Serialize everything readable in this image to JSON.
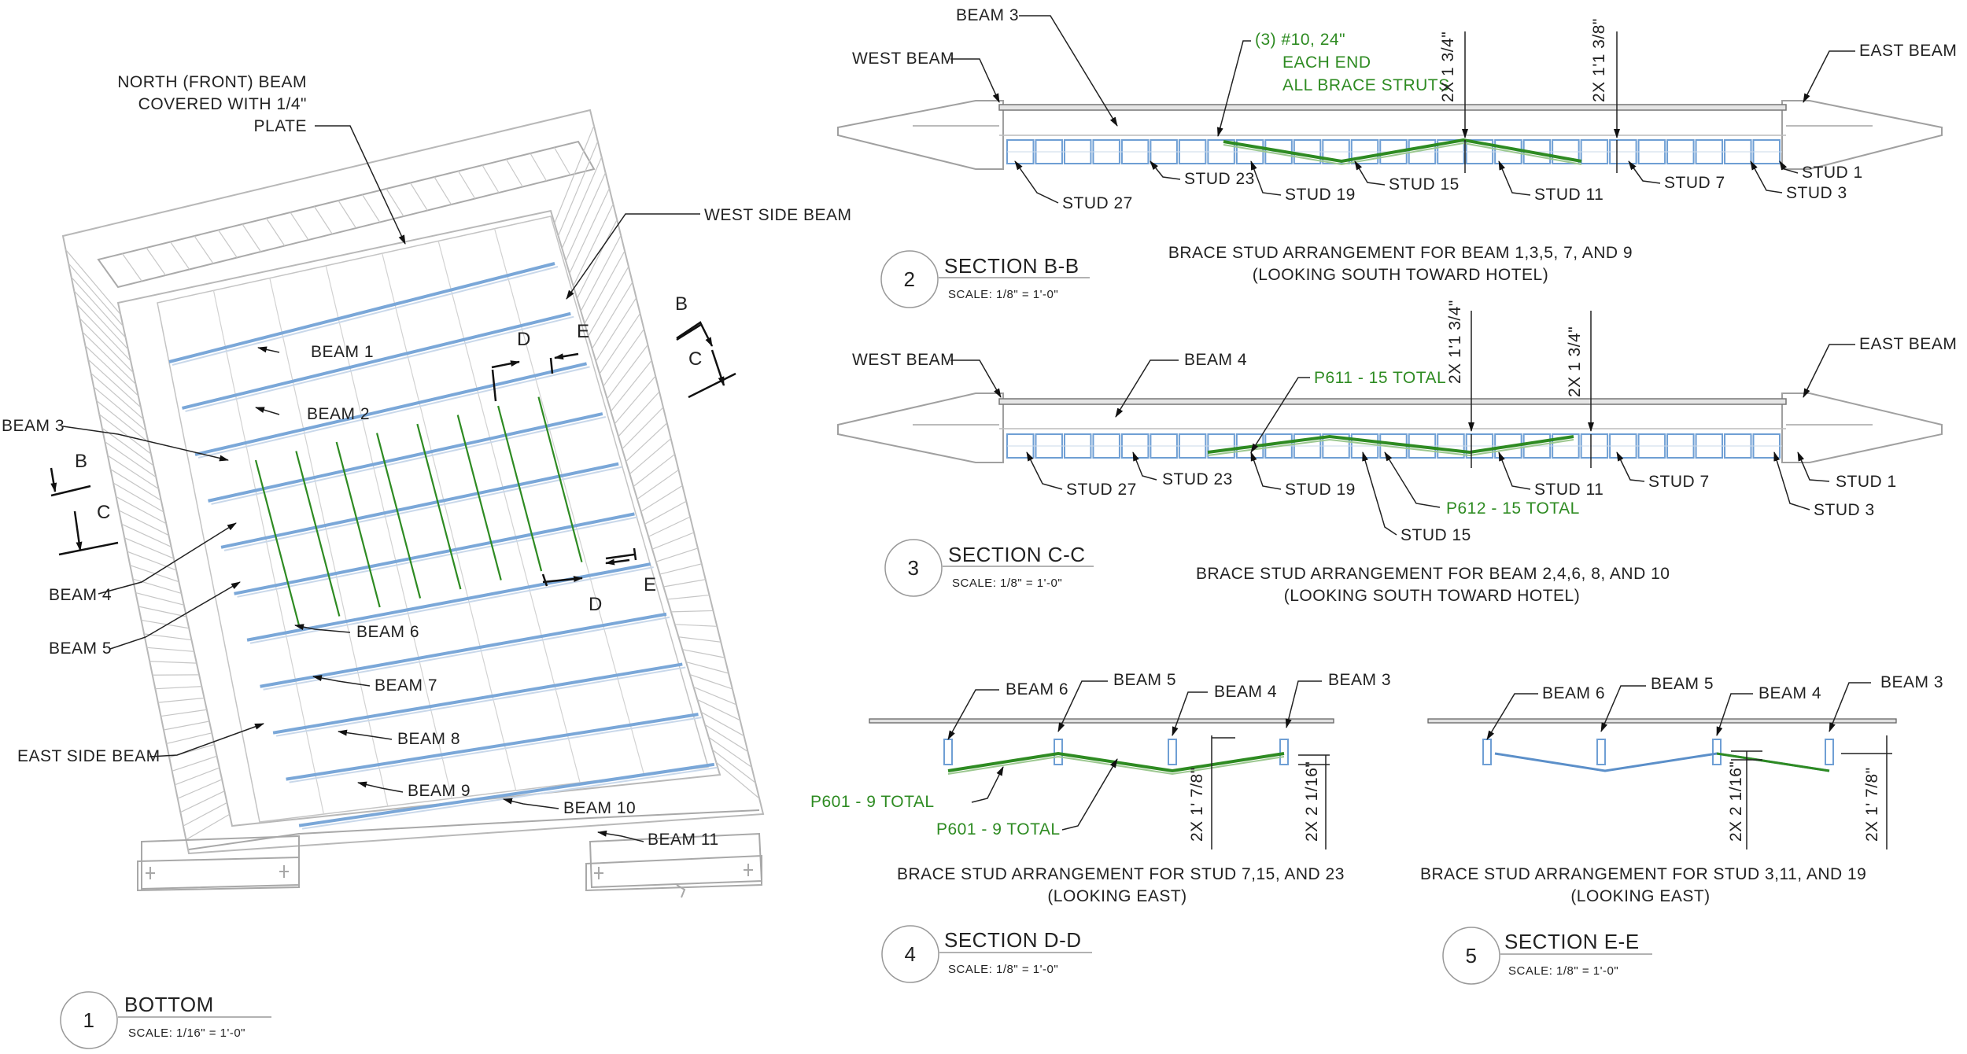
{
  "view1": {
    "number": "1",
    "title": "BOTTOM",
    "scale": "SCALE: 1/16\" = 1'-0\"",
    "north_beam_note": [
      "NORTH (FRONT) BEAM",
      "COVERED WITH 1/4\"",
      "PLATE"
    ],
    "west_side_beam": "WEST SIDE BEAM",
    "east_side_beam": "EAST SIDE BEAM",
    "beams": [
      "BEAM 1",
      "BEAM 2",
      "BEAM 3",
      "BEAM 4",
      "BEAM 5",
      "BEAM 6",
      "BEAM 7",
      "BEAM 8",
      "BEAM 9",
      "BEAM 10",
      "BEAM 11"
    ],
    "section_marks": {
      "b": "B",
      "c": "C",
      "d": "D",
      "e": "E"
    }
  },
  "view2": {
    "number": "2",
    "title": "SECTION B-B",
    "scale": "SCALE: 1/8\" = 1'-0\"",
    "caption": [
      "BRACE STUD ARRANGEMENT FOR BEAM 1,3,5, 7, AND 9",
      "(LOOKING SOUTH TOWARD HOTEL)"
    ],
    "beam_label": "BEAM 3",
    "west_beam": "WEST BEAM",
    "east_beam": "EAST BEAM",
    "weld_note": [
      "(3) #10, 24\"",
      "EACH END",
      "ALL BRACE STRUTS"
    ],
    "dims": [
      "2X 1 3/4\"",
      "2X 1'1 3/8\""
    ],
    "studs": [
      "STUD 27",
      "STUD 23",
      "STUD 19",
      "STUD 15",
      "STUD 11",
      "STUD 7",
      "STUD 3",
      "STUD 1"
    ]
  },
  "view3": {
    "number": "3",
    "title": "SECTION C-C",
    "scale": "SCALE: 1/8\" = 1'-0\"",
    "caption": [
      "BRACE STUD ARRANGEMENT FOR BEAM 2,4,6, 8, AND 10",
      "(LOOKING SOUTH TOWARD HOTEL)"
    ],
    "beam_label": "BEAM 4",
    "west_beam": "WEST BEAM",
    "east_beam": "EAST BEAM",
    "part_a": "P611 - 15 TOTAL",
    "part_b": "P612 - 15 TOTAL",
    "dims": [
      "2X 1'1 3/4\"",
      "2X 1 3/4\""
    ],
    "studs": [
      "STUD 27",
      "STUD 23",
      "STUD 19",
      "STUD 15",
      "STUD 11",
      "STUD 7",
      "STUD 3",
      "STUD 1"
    ]
  },
  "view4": {
    "number": "4",
    "title": "SECTION D-D",
    "scale": "SCALE: 1/8\" = 1'-0\"",
    "caption": [
      "BRACE STUD ARRANGEMENT FOR STUD 7,15, AND 23",
      "(LOOKING EAST)"
    ],
    "beams": [
      "BEAM 6",
      "BEAM 5",
      "BEAM 4",
      "BEAM 3"
    ],
    "part_a": "P601 - 9 TOTAL",
    "part_b": "P601 - 9 TOTAL",
    "dims": [
      "2X 1' 7/8\"",
      "2X 2 1/16\""
    ]
  },
  "view5": {
    "number": "5",
    "title": "SECTION E-E",
    "scale": "SCALE: 1/8\" = 1'-0\"",
    "caption": [
      "BRACE STUD ARRANGEMENT FOR STUD 3,11, AND 19",
      "(LOOKING EAST)"
    ],
    "beams": [
      "BEAM 6",
      "BEAM 5",
      "BEAM 4",
      "BEAM 3"
    ],
    "dims": [
      "2X 2 1/16\"",
      "2X 1' 7/8\""
    ]
  },
  "colors": {
    "line": "#555555",
    "structure": "#a8a8a8",
    "green": "#2e8b22",
    "blue": "#5b8fc9",
    "text": "#222222"
  }
}
